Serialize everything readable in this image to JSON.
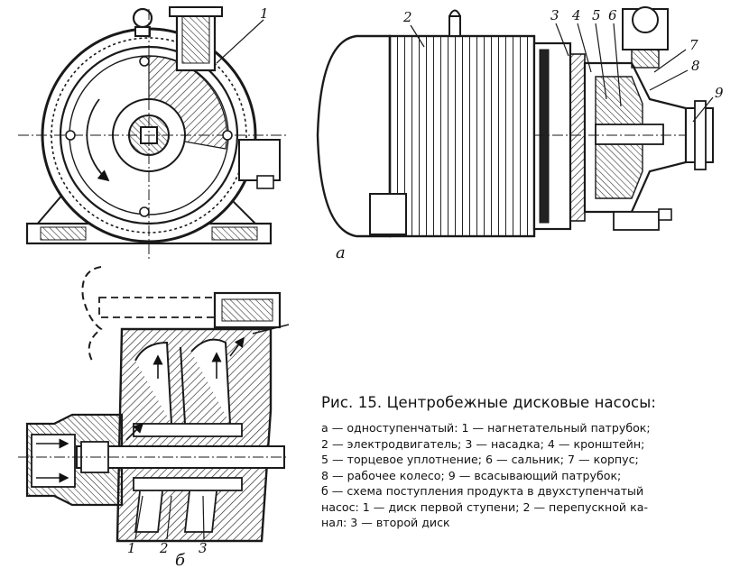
{
  "figure": {
    "labels": {
      "top_left_1": "1",
      "top_right_2": "2",
      "top_right_3": "3",
      "top_right_4": "4",
      "top_right_5": "5",
      "top_right_6": "6",
      "top_right_7": "7",
      "top_right_8": "8",
      "top_right_9": "9",
      "view_a": "а",
      "bottom_1": "1",
      "bottom_2": "2",
      "bottom_3": "3",
      "view_b": "б"
    }
  },
  "caption": {
    "title": "Рис. 15. Центробежные дисковые насосы:",
    "lines": [
      "а — одноступенчатый:  1 — нагнетательный патрубок;",
      "2 — электродвигатель;  3 — насадка;   4 — кронштейн;",
      "5 — торцевое уплотнение;  6 — сальник;  7 — корпус;",
      "8 — рабочее колесо;  9 — всасывающий патрубок;",
      "б — схема поступления продукта в двухступенчатый",
      "насос:  1 — диск первой ступени;  2 — перепускной ка-",
      "нал:  3 — второй диск"
    ]
  }
}
